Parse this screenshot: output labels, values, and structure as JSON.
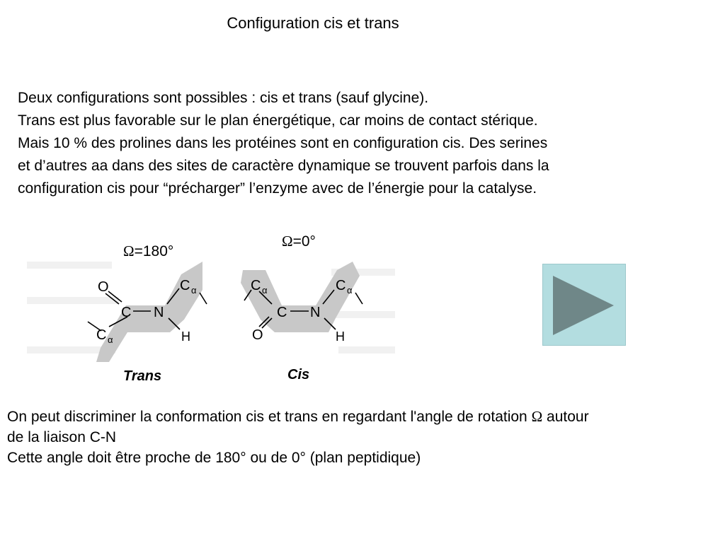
{
  "title": "Configuration cis et trans",
  "intro_lines": [
    "Deux configurations sont possibles : cis et trans (sauf glycine).",
    "Trans est plus favorable sur le plan énergétique, car moins de contact stérique.",
    "Mais 10 % des prolines dans les protéines sont en configuration cis. Des serines",
    "et d’autres aa dans des sites de caractère dynamique se trouvent parfois dans la",
    "configuration cis pour “précharger” l’enzyme avec de l’énergie pour la catalyse."
  ],
  "omega_trans": {
    "symbol": "Ω",
    "value": "=180°"
  },
  "omega_cis": {
    "symbol": "Ω",
    "value": "=0°"
  },
  "figure": {
    "trans_caption": "Trans",
    "cis_caption": "Cis",
    "atom_O": "O",
    "atom_C": "C",
    "atom_N": "N",
    "atom_H": "H",
    "alpha_C": "C",
    "alpha_sub": "α"
  },
  "bottom": {
    "line1_before": "On peut discriminer la conformation cis et trans en regardant l'angle de rotation ",
    "line1_symbol": "Ω",
    "line1_after": " autour",
    "line2": "de la liaison C-N",
    "line3": "Cette angle doit être proche de 180° ou de 0° (plan peptidique)"
  },
  "colors": {
    "plane_shading": "#c8c8c8",
    "play_button_bg": "#b3dde0",
    "play_triangle": "#6f8788"
  },
  "play_button_icon": "play-icon"
}
